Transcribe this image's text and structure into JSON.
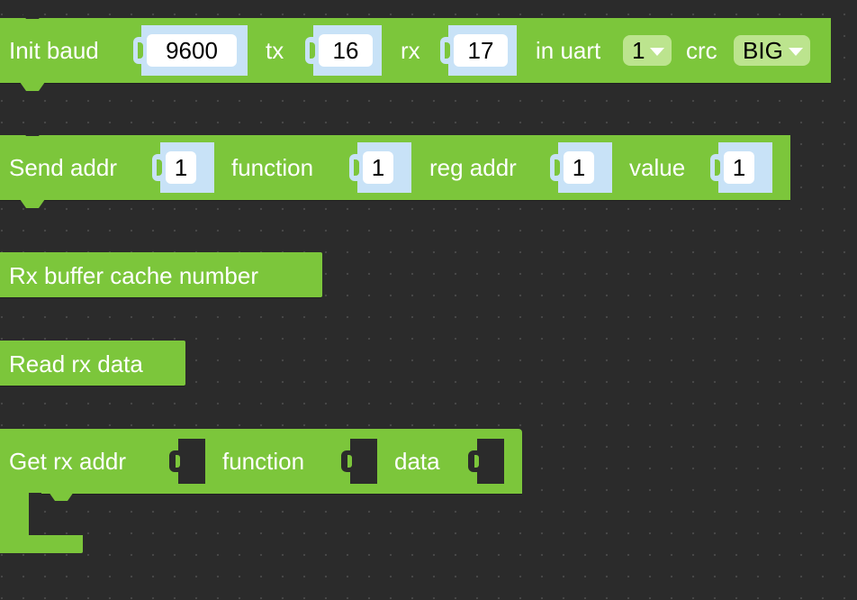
{
  "blocks": {
    "init": {
      "label": "Init baud",
      "baud": "9600",
      "tx_label": "tx",
      "tx": "16",
      "rx_label": "rx",
      "rx": "17",
      "uart_label": "in uart",
      "uart": "1",
      "crc_label": "crc",
      "crc": "BIG"
    },
    "send": {
      "label": "Send addr",
      "addr": "1",
      "function_label": "function",
      "function": "1",
      "reg_label": "reg addr",
      "reg": "1",
      "value_label": "value",
      "value": "1"
    },
    "rx_buffer": {
      "label": "Rx buffer cache number"
    },
    "read": {
      "label": "Read rx data"
    },
    "get": {
      "label": "Get rx addr",
      "function_label": "function",
      "data_label": "data"
    }
  },
  "colors": {
    "workspace": "#2b2b2b",
    "block_green": "#7cc63b",
    "input_socket": "#c8e2f7",
    "dropdown": "#bce48e"
  }
}
